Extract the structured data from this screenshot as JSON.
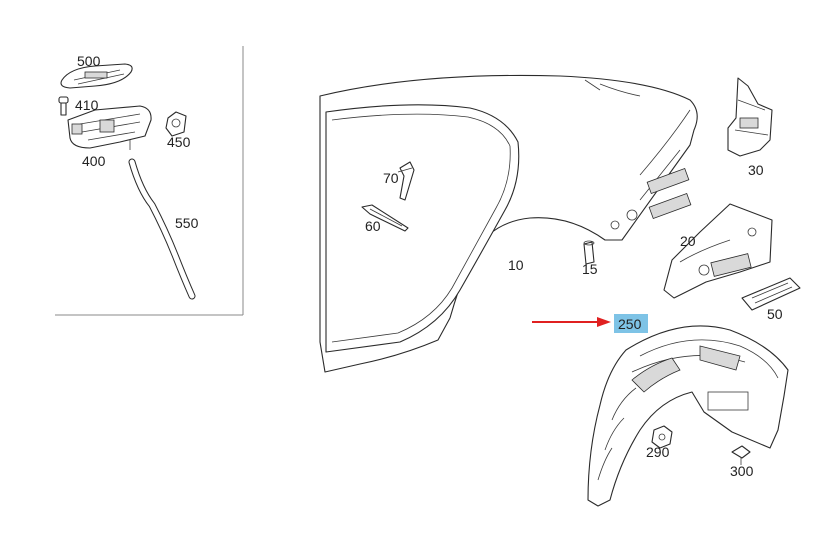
{
  "diagram": {
    "inset_labels": [
      "500",
      "410",
      "400",
      "450",
      "550"
    ],
    "main_labels": [
      "70",
      "60",
      "10",
      "15",
      "30",
      "20",
      "50",
      "290",
      "300"
    ],
    "highlighted_label": "250",
    "colors": {
      "arrow": "#e02020",
      "highlight": "#7ec3e6",
      "line": "#2b2b2b",
      "frame": "#888888"
    }
  }
}
